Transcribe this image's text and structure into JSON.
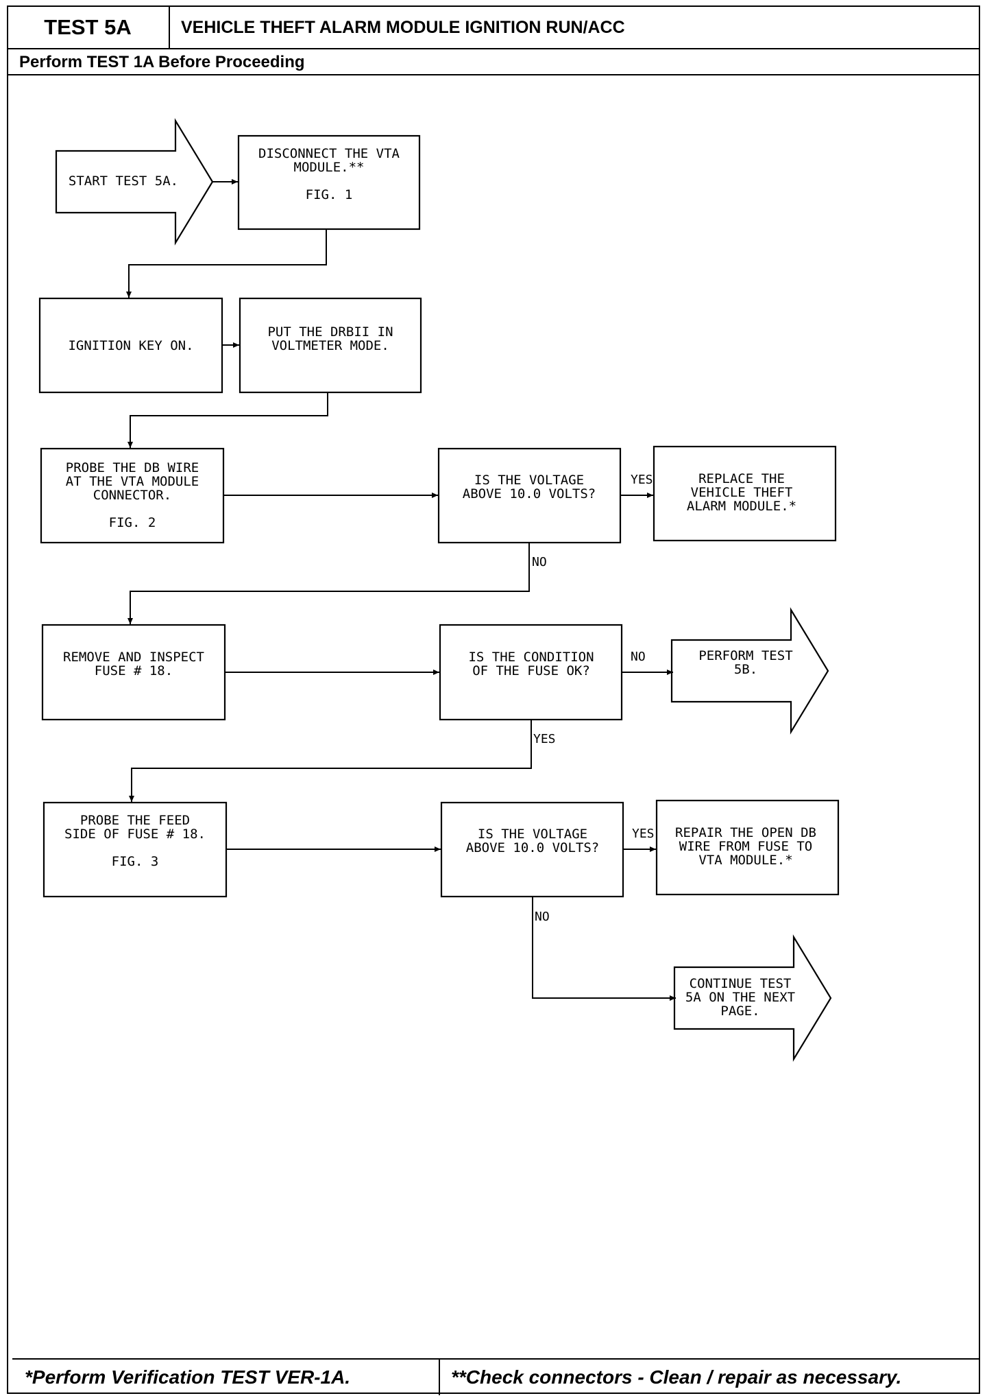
{
  "header": {
    "test_id": "TEST 5A",
    "title": "VEHICLE THEFT ALARM MODULE IGNITION RUN/ACC",
    "prerequisite": "Perform TEST 1A Before Proceeding"
  },
  "flowchart": {
    "start": [
      "START TEST 5A."
    ],
    "disconnect": [
      "DISCONNECT THE VTA",
      "MODULE.**",
      "",
      "FIG. 1"
    ],
    "ignition": [
      "IGNITION KEY ON."
    ],
    "drbii": [
      "PUT THE DRBII IN",
      "VOLTMETER MODE."
    ],
    "probe_db": [
      "PROBE THE DB WIRE",
      "AT THE VTA MODULE",
      "CONNECTOR.",
      "",
      "FIG. 2"
    ],
    "check_voltage_1": [
      "IS THE VOLTAGE",
      "ABOVE 10.0 VOLTS?"
    ],
    "replace_module": [
      "REPLACE THE",
      "VEHICLE THEFT",
      "ALARM MODULE.*"
    ],
    "inspect_fuse": [
      "REMOVE AND INSPECT",
      "FUSE # 18."
    ],
    "check_fuse": [
      "IS THE CONDITION",
      "OF THE FUSE OK?"
    ],
    "perform_5b": [
      "PERFORM TEST",
      "5B."
    ],
    "probe_feed": [
      "PROBE THE FEED",
      "SIDE OF FUSE # 18.",
      "",
      "FIG. 3"
    ],
    "check_voltage_2": [
      "IS THE VOLTAGE",
      "ABOVE 10.0 VOLTS?"
    ],
    "repair_wire": [
      "REPAIR THE OPEN DB",
      "WIRE FROM FUSE TO",
      "VTA MODULE.*"
    ],
    "continue": [
      "CONTINUE TEST",
      "5A ON THE NEXT",
      "PAGE."
    ],
    "labels": {
      "yes": "YES",
      "no": "NO"
    }
  },
  "footer": {
    "verify": "*Perform Verification TEST VER-1A.",
    "note": "**Check connectors - Clean / repair as necessary."
  }
}
